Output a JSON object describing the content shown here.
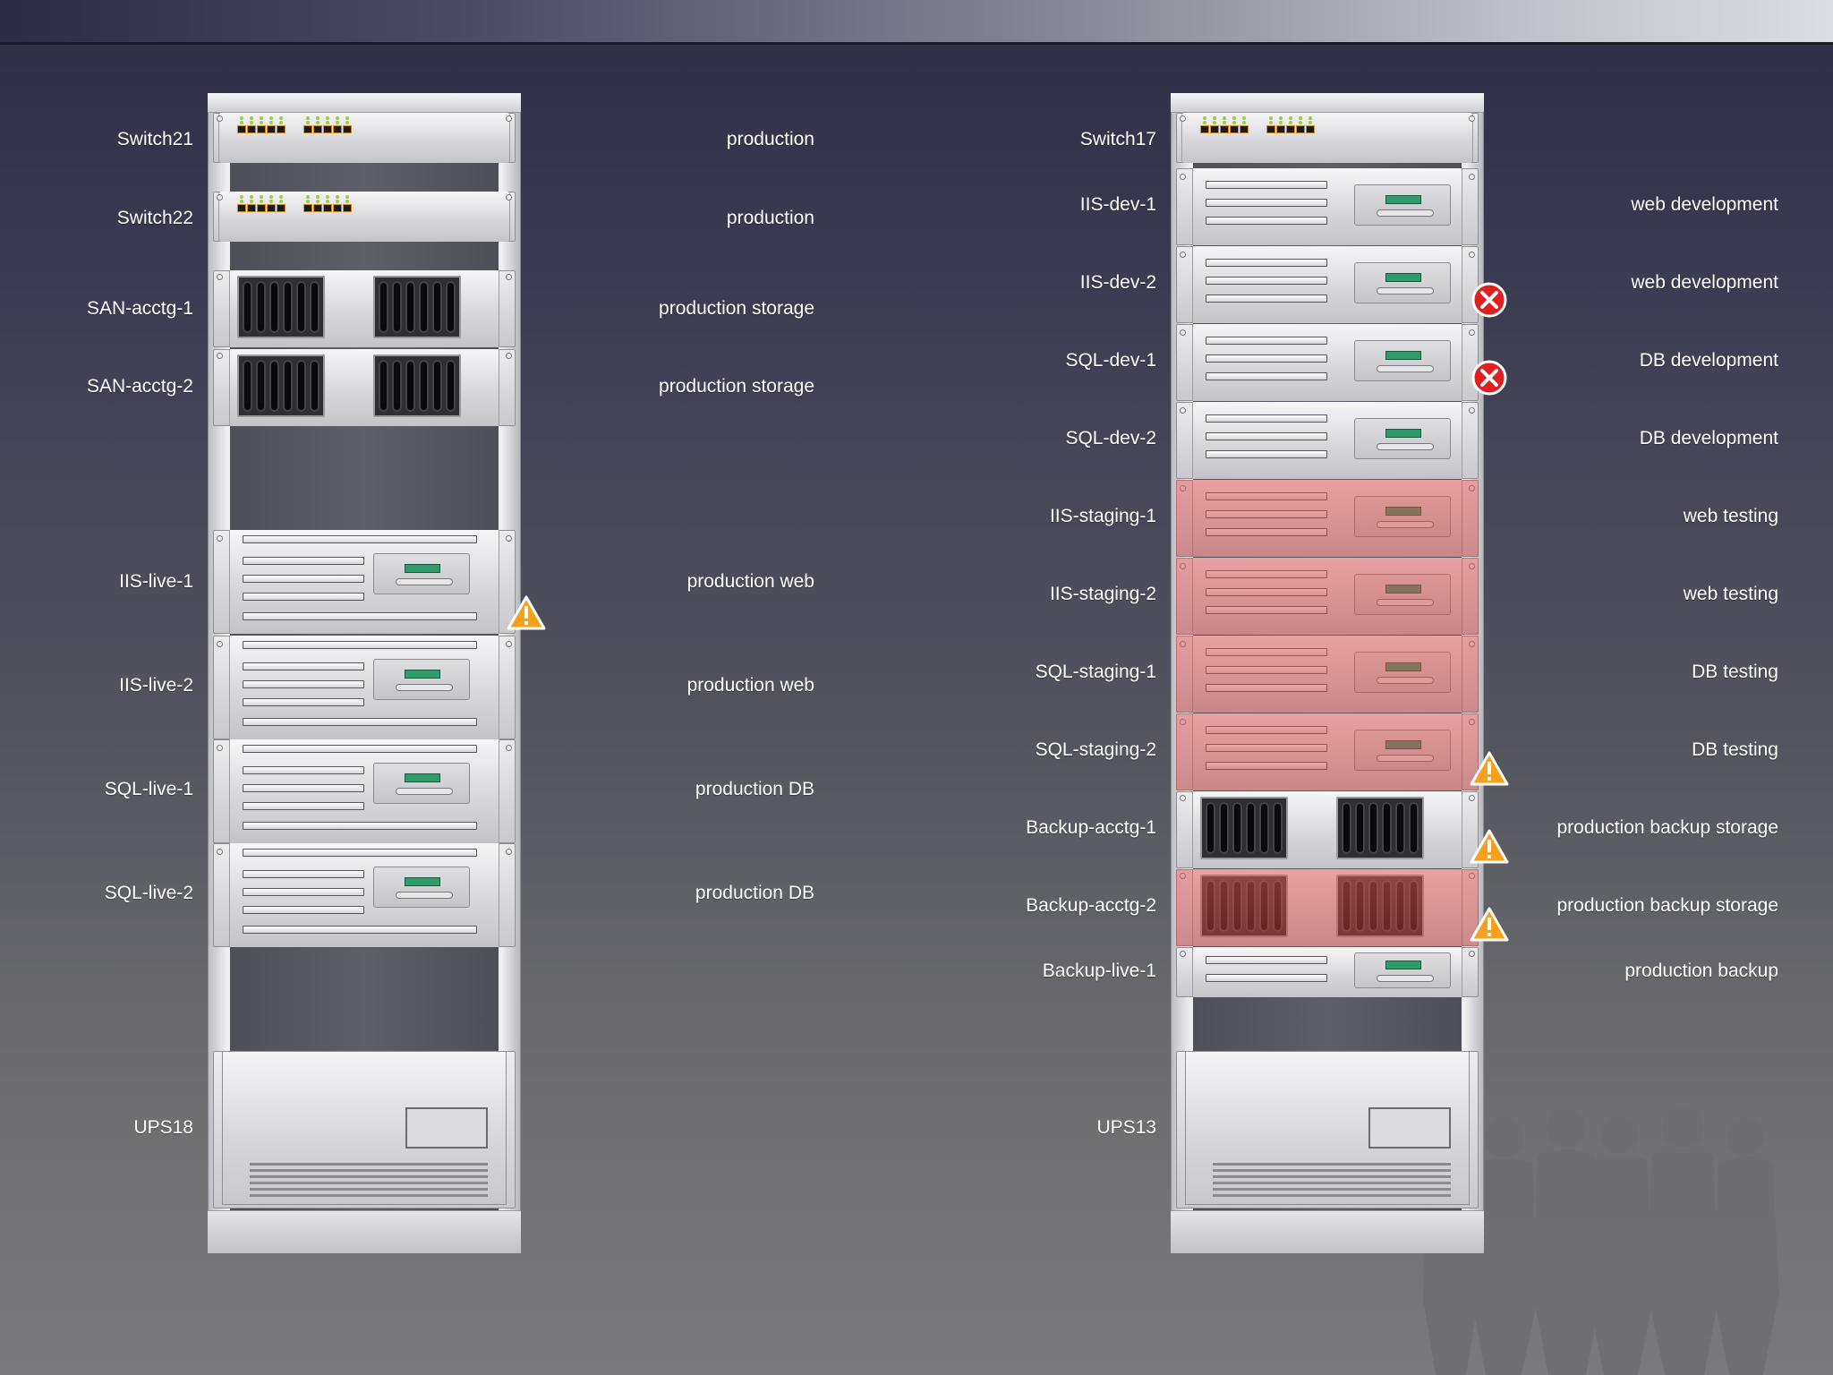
{
  "colors": {
    "warning": "#f7a11a",
    "error": "#e02020",
    "staging_tint": "#d85a5a",
    "label": "#ffffff"
  },
  "racks": [
    {
      "name": "left-rack",
      "devices": [
        {
          "name": "Switch21",
          "role": "production",
          "type": "switch",
          "status": ""
        },
        {
          "name": "Switch22",
          "role": "production",
          "type": "switch",
          "status": ""
        },
        {
          "name": "SAN-acctg-1",
          "role": "production storage",
          "type": "storage",
          "status": ""
        },
        {
          "name": "SAN-acctg-2",
          "role": "production storage",
          "type": "storage",
          "status": ""
        },
        {
          "name": "IIS-live-1",
          "role": "production web",
          "type": "server",
          "status": "warning"
        },
        {
          "name": "IIS-live-2",
          "role": "production web",
          "type": "server",
          "status": ""
        },
        {
          "name": "SQL-live-1",
          "role": "production DB",
          "type": "server",
          "status": ""
        },
        {
          "name": "SQL-live-2",
          "role": "production DB",
          "type": "server",
          "status": ""
        },
        {
          "name": "UPS18",
          "role": "",
          "type": "ups",
          "status": ""
        }
      ]
    },
    {
      "name": "right-rack",
      "devices": [
        {
          "name": "Switch17",
          "role": "",
          "type": "switch",
          "status": ""
        },
        {
          "name": "IIS-dev-1",
          "role": "web development",
          "type": "server",
          "status": ""
        },
        {
          "name": "IIS-dev-2",
          "role": "web development",
          "type": "server",
          "status": "error"
        },
        {
          "name": "SQL-dev-1",
          "role": "DB development",
          "type": "server",
          "status": "error"
        },
        {
          "name": "SQL-dev-2",
          "role": "DB development",
          "type": "server",
          "status": ""
        },
        {
          "name": "IIS-staging-1",
          "role": "web testing",
          "type": "server",
          "status": "",
          "highlighted": true
        },
        {
          "name": "IIS-staging-2",
          "role": "web testing",
          "type": "server",
          "status": "",
          "highlighted": true
        },
        {
          "name": "SQL-staging-1",
          "role": "DB testing",
          "type": "server",
          "status": "",
          "highlighted": true
        },
        {
          "name": "SQL-staging-2",
          "role": "DB testing",
          "type": "server",
          "status": "warning",
          "highlighted": true
        },
        {
          "name": "Backup-acctg-1",
          "role": "production backup storage",
          "type": "storage",
          "status": "warning"
        },
        {
          "name": "Backup-acctg-2",
          "role": "production backup storage",
          "type": "storage",
          "status": "warning",
          "highlighted": true
        },
        {
          "name": "Backup-live-1",
          "role": "production backup",
          "type": "server",
          "status": ""
        },
        {
          "name": "UPS13",
          "role": "",
          "type": "ups",
          "status": ""
        }
      ]
    }
  ]
}
